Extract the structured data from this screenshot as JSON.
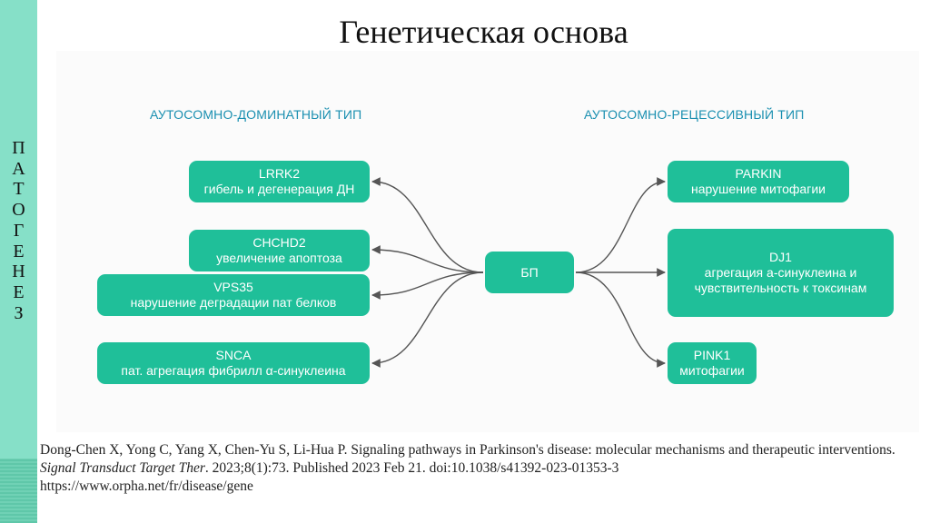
{
  "title": "Генетическая основа",
  "side_label": [
    "П",
    "А",
    "Т",
    "О",
    "Г",
    "Е",
    "Н",
    "Е",
    "З"
  ],
  "headings": {
    "dominant": "АУТОСОМНО-ДОМИНАТНЫЙ ТИП",
    "recessive": "АУТОСОМНО-РЕЦЕССИВНЫЙ ТИП"
  },
  "center_node": "БП",
  "left_nodes": [
    {
      "gene": "LRRK2",
      "desc": "гибель и дегенерация ДН"
    },
    {
      "gene": "CHCHD2",
      "desc": "увеличение апоптоза"
    },
    {
      "gene": "VPS35",
      "desc": "нарушение деградации пат белков"
    },
    {
      "gene": "SNCA",
      "desc": "пат. агрегация фибрилл α-синуклеина"
    }
  ],
  "right_nodes": [
    {
      "gene": "PARKIN",
      "desc": "нарушение митофагии"
    },
    {
      "gene": "DJ1",
      "desc": "агрегация а-синуклеина и",
      "desc2": "чувствительность к токсинам"
    },
    {
      "gene": "PINK1",
      "desc": "митофагии"
    }
  ],
  "citation": {
    "authors": "Dong-Chen X, Yong C, Yang X, Chen-Yu S, Li-Hua P. Signaling pathways in Parkinson's disease: molecular mechanisms and therapeutic interventions.",
    "journal": "Signal Transduct Target Ther",
    "details": ". 2023;8(1):73. Published 2023 Feb 21. doi:10.1038/s41392-023-01353-3",
    "url": "https://www.orpha.net/fr/disease/gene"
  },
  "colors": {
    "node": "#1fbf99",
    "heading": "#1a8fb0",
    "sidebar": "#86e0c8",
    "edge": "#555555"
  }
}
